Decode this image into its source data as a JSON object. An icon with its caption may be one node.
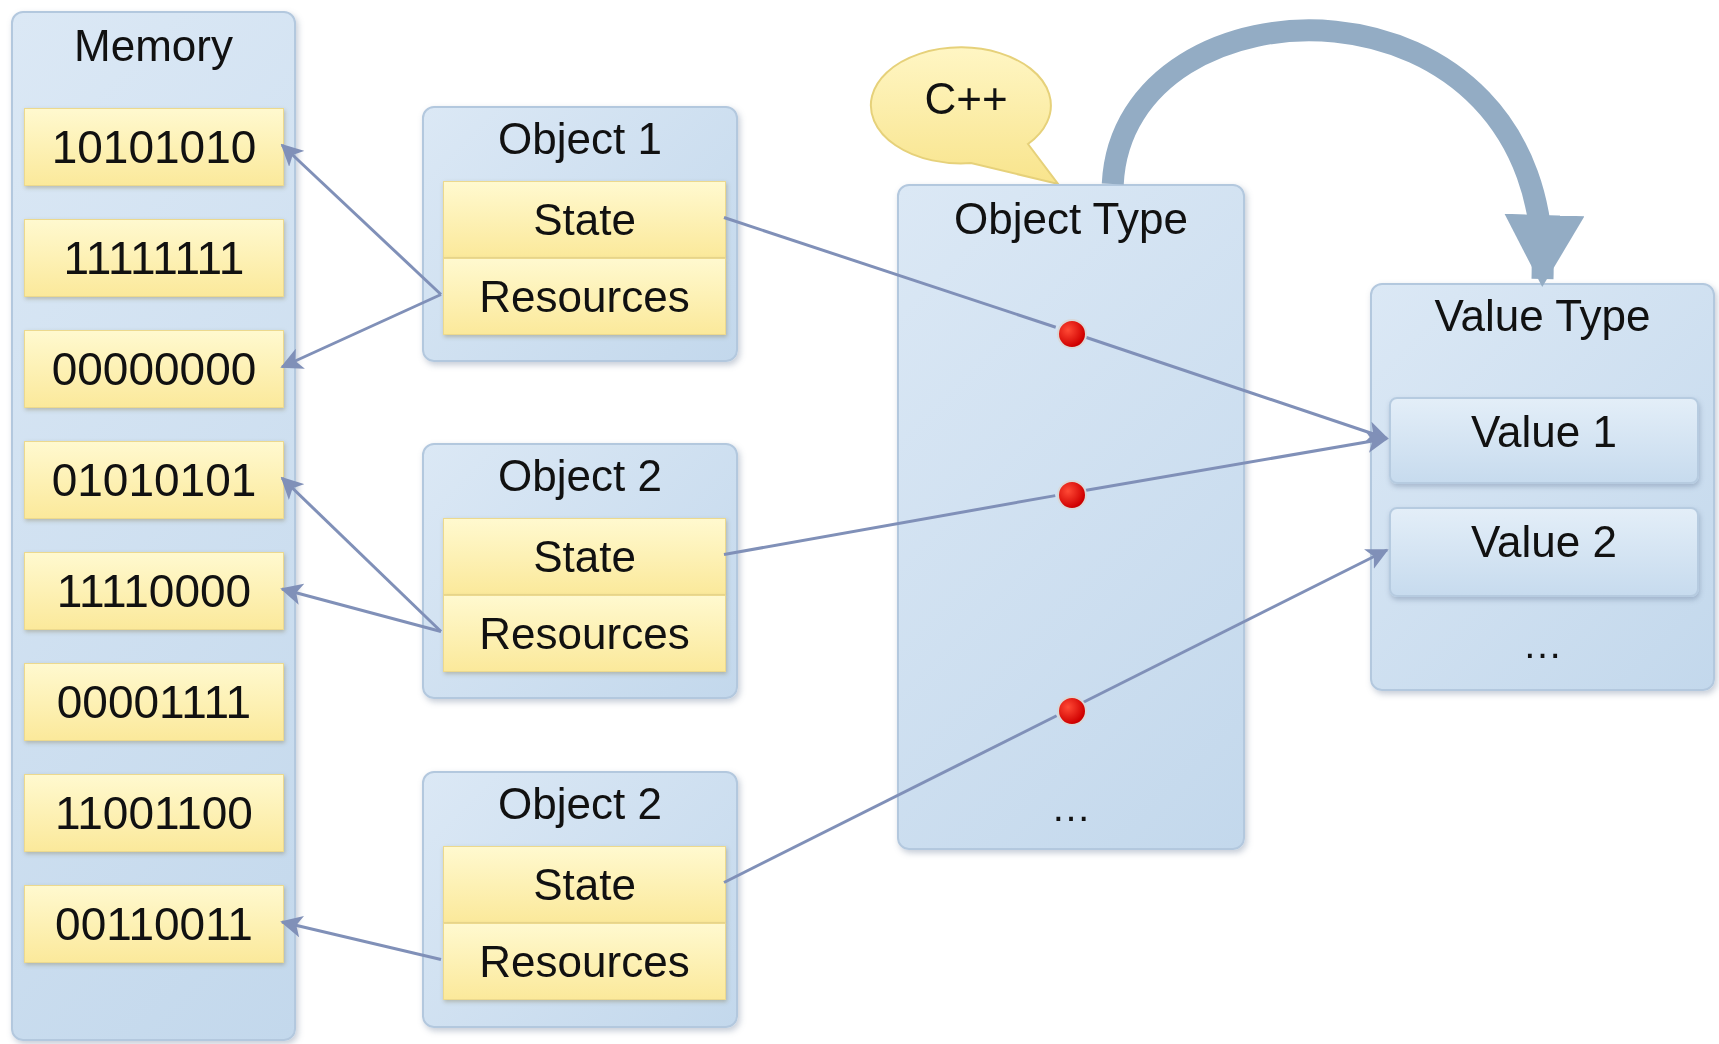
{
  "diagram": {
    "nodes": [
      {
        "text": [
          "Memory"
        ]
      },
      {
        "text": [
          "10101010"
        ],
        "in": 0
      },
      {
        "text": [
          "11111111"
        ],
        "in": 0
      },
      {
        "text": [
          "00000000"
        ],
        "in": 0
      },
      {
        "text": [
          "01010101"
        ],
        "in": 0
      },
      {
        "text": [
          "11110000"
        ],
        "in": 0
      },
      {
        "text": [
          "00001111"
        ],
        "in": 0
      },
      {
        "text": [
          "11001100"
        ],
        "in": 0
      },
      {
        "text": [
          "00110011"
        ],
        "in": 0
      },
      {
        "text": [
          "Object 1"
        ]
      },
      {
        "text": [
          "State"
        ],
        "in": 9
      },
      {
        "text": [
          "Resources"
        ],
        "in": 9
      },
      {
        "text": [
          "Object 2"
        ]
      },
      {
        "text": [
          "State"
        ],
        "in": 12
      },
      {
        "text": [
          "Resources"
        ],
        "in": 12
      },
      {
        "text": [
          "Object 2"
        ]
      },
      {
        "text": [
          "State"
        ],
        "in": 15
      },
      {
        "text": [
          "Resources"
        ],
        "in": 15
      },
      {
        "text": [
          "C++"
        ]
      },
      {
        "text": [
          "Object Type",
          "…"
        ]
      },
      {
        "text": [
          "Value Type",
          "…"
        ]
      },
      {
        "text": [
          "Value 1"
        ],
        "in": 20
      },
      {
        "text": [
          "Value 2"
        ],
        "in": 20
      },
      {
        "text": [],
        "shape": "circle",
        "in": 19
      },
      {
        "text": [],
        "shape": "circle",
        "in": 19
      },
      {
        "text": [],
        "shape": "circle",
        "in": 19
      }
    ],
    "edges": [
      {
        "from": 11,
        "to": 1,
        "arrow": "to"
      },
      {
        "from": 11,
        "to": 3,
        "arrow": "to"
      },
      {
        "from": 10,
        "to": 23,
        "arrow": "none"
      },
      {
        "from": 23,
        "to": 21,
        "arrow": "to"
      },
      {
        "from": 14,
        "to": 4,
        "arrow": "to"
      },
      {
        "from": 14,
        "to": 5,
        "arrow": "to"
      },
      {
        "from": 13,
        "to": 24,
        "arrow": "none"
      },
      {
        "from": 24,
        "to": 21,
        "arrow": "to"
      },
      {
        "from": 16,
        "to": 25,
        "arrow": "none"
      },
      {
        "from": 25,
        "to": 22,
        "arrow": "to"
      },
      {
        "from": 17,
        "to": 8,
        "arrow": "to"
      },
      {
        "from": 19,
        "to": 20,
        "arrow": "to",
        "style": "thick",
        "color": "#93acc4"
      }
    ]
  }
}
